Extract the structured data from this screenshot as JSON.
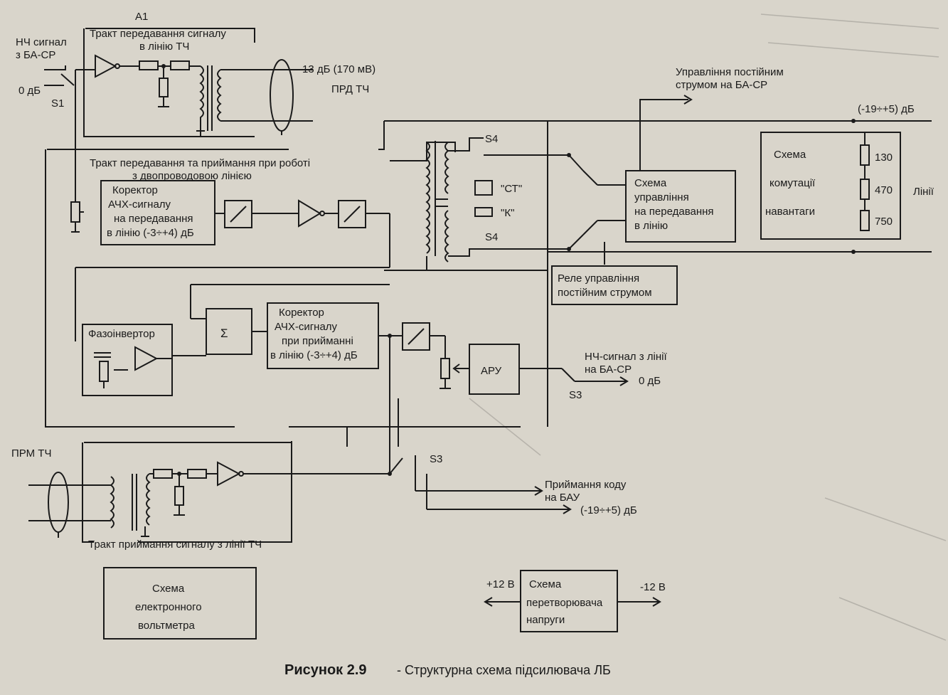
{
  "inputs": {
    "lf_signal_label_1": "НЧ сигнал",
    "lf_signal_label_2": "з БА-СР",
    "zero_db": "0 дБ",
    "switch_s1": "S1",
    "prm_tch": "ПРМ ТЧ"
  },
  "tx_tract": {
    "block_id": "A1",
    "title_1": "Тракт передавання сигналу",
    "title_2": "в лінію ТЧ",
    "level": "-13 дБ (170 мВ)",
    "prd_tch": "ПРД  ТЧ"
  },
  "two_wire": {
    "title_1": "Тракт передавання та приймання при роботі",
    "title_2": "з двопроводовою лінією"
  },
  "corrector_tx": {
    "line1": "Коректор",
    "line2": "АЧХ-сигналу",
    "line3": "на передавання",
    "line4": "в лінію (-3÷+4) дБ"
  },
  "corrector_rx": {
    "line1": "Коректор",
    "line2": "АЧХ-сигналу",
    "line3": "при прийманні",
    "line4": "в лінію (-3÷+4) дБ"
  },
  "phase_inverter": "Фазоінвертор",
  "summator": "Σ",
  "aru": "АРУ",
  "switches": {
    "s3": "S3",
    "s4": "S4"
  },
  "indicators": {
    "st": "\"СТ\"",
    "k": "\"К\""
  },
  "dc_control": {
    "line1": "Управління постійним",
    "line2": "струмом на БА-СР"
  },
  "tx_control": {
    "line1": "Схема",
    "line2": "управління",
    "line3": "на передавання",
    "line4": "в лінію"
  },
  "dc_relay": {
    "line1": "Реле управління",
    "line2": "постійним струмом"
  },
  "load_switch": {
    "line1": "Схема",
    "line2": "комутації",
    "line3": "навантаги",
    "level": "(-19÷+5) дБ",
    "r1": "130",
    "r2": "470",
    "r3": "750",
    "lines_label": "Лінії"
  },
  "lf_out": {
    "line1": "НЧ-сигнал з лінії",
    "line2": "на БА-СР",
    "level": "0 дБ"
  },
  "code_rx": {
    "line1": "Приймання коду",
    "line2": "на БАУ",
    "level": "(-19÷+5) дБ"
  },
  "rx_tract": {
    "title": "Тракт приймання сигналу з лінії ТЧ"
  },
  "voltmeter": {
    "line1": "Схема",
    "line2": "електронного",
    "line3": "вольтметра"
  },
  "converter": {
    "plus": "+12 В",
    "minus": "-12 В",
    "line1": "Схема",
    "line2": "перетворювача",
    "line3": "напруги"
  },
  "caption": {
    "number": "Рисунок 2.9",
    "text": "- Структурна схема підсилювача ЛБ"
  }
}
